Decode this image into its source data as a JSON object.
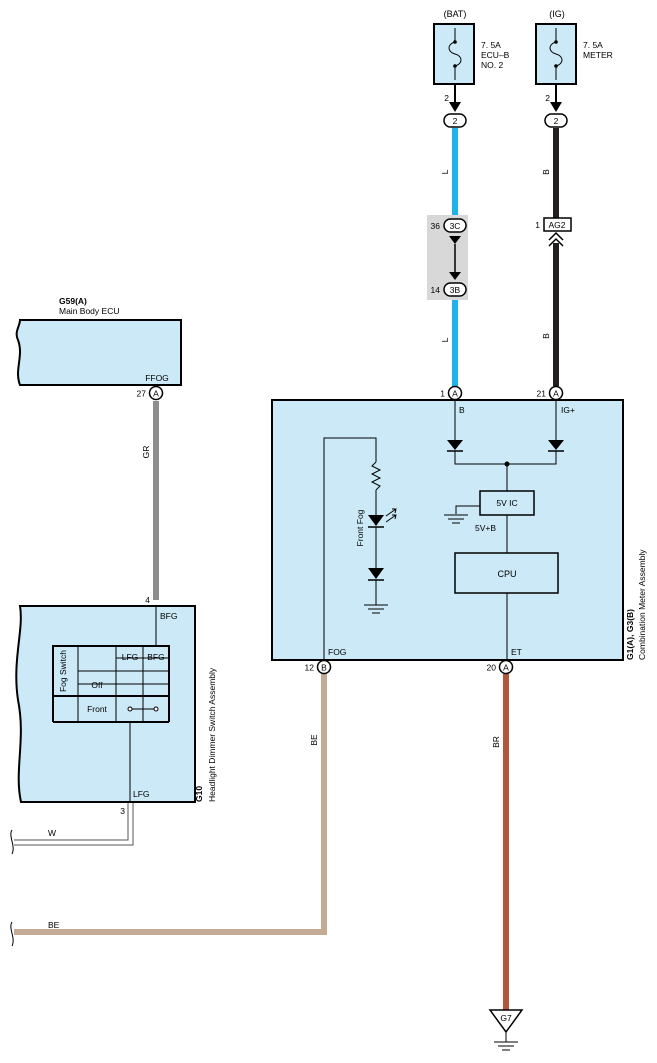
{
  "fuses": [
    {
      "supply": "(BAT)",
      "rating": "7. 5A",
      "name_line1": "ECU–B",
      "name_line2": "NO. 2",
      "pin": "2",
      "connector": "2"
    },
    {
      "supply": "(IG)",
      "rating": "7. 5A",
      "name_line1": "METER",
      "name_line2": "",
      "pin": "2",
      "connector": "2"
    }
  ],
  "wires": {
    "bat_upper": "L",
    "bat_lower": "L",
    "ig_upper": "B",
    "ig_lower": "B",
    "ffog": "GR",
    "w": "W",
    "be_left": "BE",
    "be_fog": "BE",
    "br": "BR"
  },
  "junctions": {
    "top": {
      "pin": "36",
      "connector": "3C"
    },
    "bottom": {
      "pin": "14",
      "connector": "3B"
    },
    "ag2": {
      "pin": "1",
      "connector": "AG2"
    }
  },
  "ecu": {
    "code": "G59(A)",
    "name": "Main Body ECU",
    "terminal": "FFOG",
    "pin": "27",
    "connector": "A"
  },
  "switch": {
    "code": "G10",
    "name": "Headlight Dimmer Switch Assembly",
    "terminal_top": "BFG",
    "pin_top": "4",
    "terminal_bottom": "LFG",
    "pin_bottom": "3",
    "table_group": "Fog Switch",
    "col1": "LFG",
    "col2": "BFG",
    "row_off": "Off",
    "row_front": "Front"
  },
  "meter": {
    "code": "G1(A), G3(B)",
    "name": "Combination Meter Assembly",
    "pin_b": "1",
    "conn_b": "A",
    "term_b": "B",
    "pin_ig": "21",
    "conn_ig": "A",
    "term_ig": "IG+",
    "pin_fog": "12",
    "conn_fog": "B",
    "term_fog": "FOG",
    "pin_et": "20",
    "conn_et": "A",
    "term_et": "ET",
    "indicator": "Front Fog",
    "ic": "5V IC",
    "supply": "5V+B",
    "cpu": "CPU"
  },
  "ground": {
    "code": "G7"
  },
  "colors": {
    "L": "#1fb3ea",
    "B": "#231f20",
    "GR": "#8e8e90",
    "BE": "#c3ac96",
    "BR": "#b2553c",
    "box_fill": "#cce9f7",
    "junction_fill": "#d8d8d8"
  }
}
